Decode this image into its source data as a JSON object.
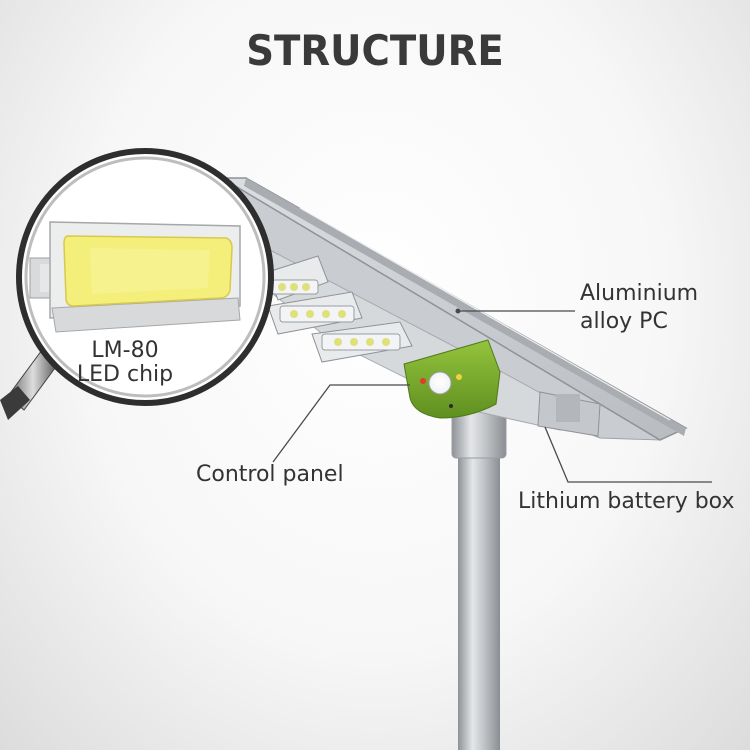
{
  "title": "STRUCTURE",
  "labels": {
    "aluminium_line1": "Aluminium",
    "aluminium_line2": "alloy  PC",
    "control_panel": "Control panel",
    "battery_box": "Lithium battery box",
    "lm80": "LM-80",
    "led_chip": "LED chip"
  },
  "colors": {
    "control_green": "#7cae2e",
    "led_yellow": "#f4ef7a",
    "pole_gray": "#b9bcc0"
  },
  "icons": [
    "magnifier-icon",
    "led-chip-icon",
    "solar-panel",
    "led-module",
    "pir-sensor"
  ]
}
